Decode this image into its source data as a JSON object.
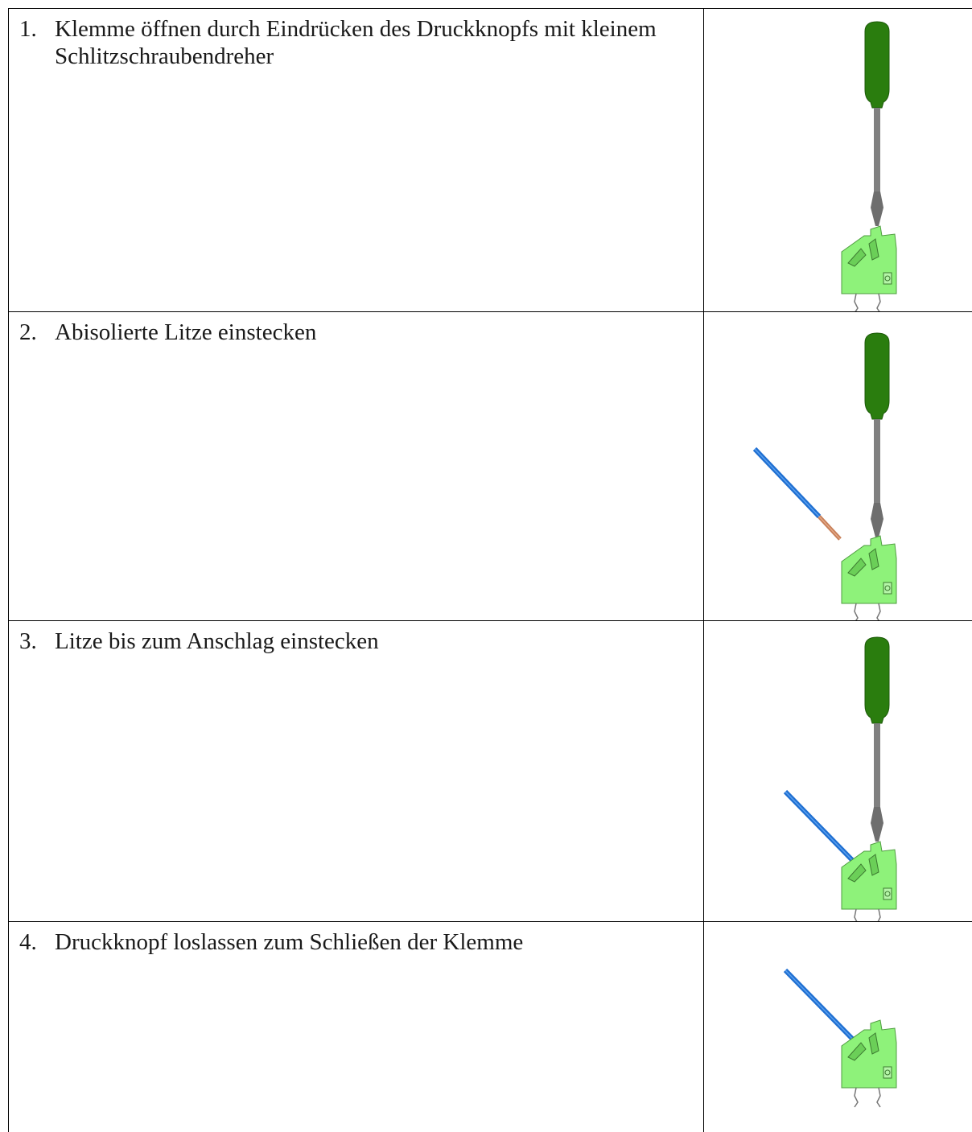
{
  "steps": [
    {
      "number": "1.",
      "text": "Klemme öffnen durch Eindrücken des Druckknopfs mit kleinem Schlitzschraubendreher",
      "illustration": {
        "screwdriver": true,
        "wire": "none"
      }
    },
    {
      "number": "2.",
      "text": "Abisolierte Litze einstecken",
      "illustration": {
        "screwdriver": true,
        "wire": "stripped-outside"
      }
    },
    {
      "number": "3.",
      "text": "Litze bis zum Anschlag einstecken",
      "illustration": {
        "screwdriver": true,
        "wire": "inserted"
      }
    },
    {
      "number": "4.",
      "text": "Druckknopf loslassen zum Schließen der Klemme",
      "illustration": {
        "screwdriver": false,
        "wire": "inserted"
      }
    }
  ],
  "colors": {
    "screwdriver_handle": "#2a7d0e",
    "screwdriver_shaft": "#808080",
    "terminal_body": "#8ef27a",
    "wire_insulation": "#1f6fd1",
    "wire_copper": "#c8805a"
  }
}
